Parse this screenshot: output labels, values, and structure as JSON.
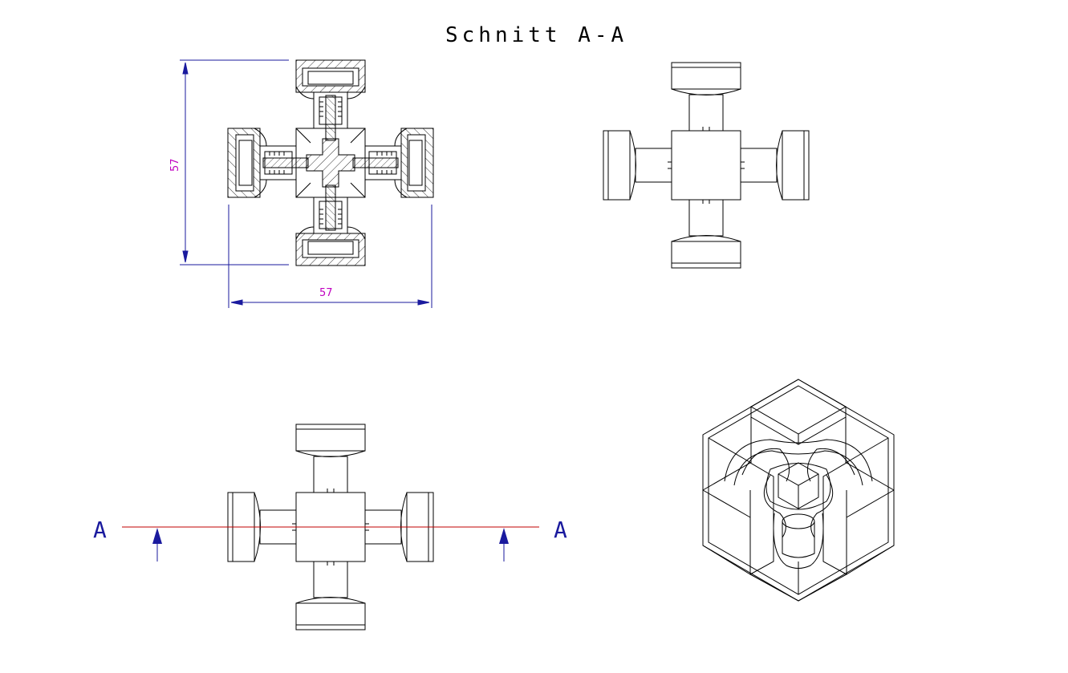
{
  "drawing": {
    "title": "Schnitt A-A",
    "dimensions": {
      "height_value": "57",
      "width_value": "57"
    },
    "section": {
      "left_label": "A",
      "right_label": "A"
    },
    "colors": {
      "lines": "#000000",
      "dimension_lines": "#1a1a9e",
      "dimension_text": "#c000c0",
      "section_line": "#c00000",
      "section_arrows": "#1a1a9e",
      "background": "#ffffff"
    }
  }
}
